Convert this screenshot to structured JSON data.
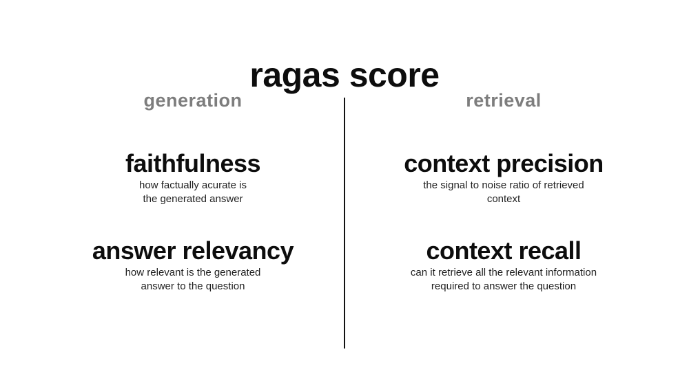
{
  "title": "ragas score",
  "divider_color": "#111111",
  "header_color": "#7d7d7d",
  "text_color": "#0d0d0d",
  "columns": [
    {
      "header": "generation",
      "items": [
        {
          "heading": "faithfulness",
          "description_lines": [
            "how factually acurate is",
            "the generated answer"
          ]
        },
        {
          "heading": "answer relevancy",
          "description_lines": [
            "how relevant is the generated",
            "answer to the question"
          ]
        }
      ]
    },
    {
      "header": "retrieval",
      "items": [
        {
          "heading": "context precision",
          "description_lines": [
            "the signal to noise ratio of retrieved",
            "context"
          ]
        },
        {
          "heading": "context recall",
          "description_lines": [
            "can it retrieve all the relevant information",
            "required to answer the question"
          ]
        }
      ]
    }
  ]
}
